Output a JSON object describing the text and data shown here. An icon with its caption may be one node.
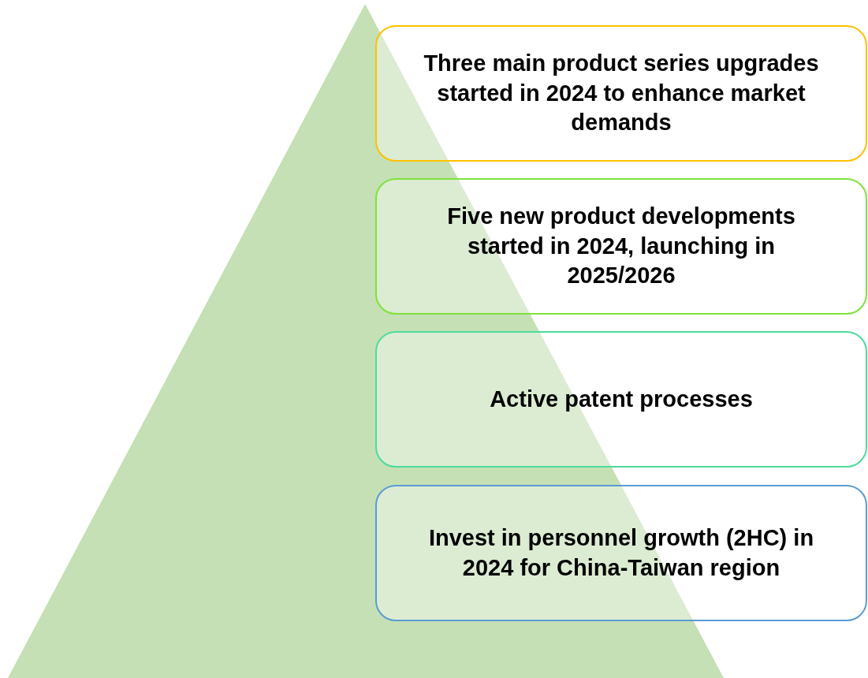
{
  "diagram": {
    "nodes": [
      {
        "text": [
          "Three main product series upgrades started in 2024 to enhance market demands"
        ]
      },
      {
        "text": [
          "Five new product developments started in 2024, launching in 2025/2026"
        ]
      },
      {
        "text": [
          "Active patent processes"
        ]
      },
      {
        "text": [
          "Invest in personnel growth (2HC) in 2024 for China-Taiwan region"
        ]
      }
    ]
  }
}
